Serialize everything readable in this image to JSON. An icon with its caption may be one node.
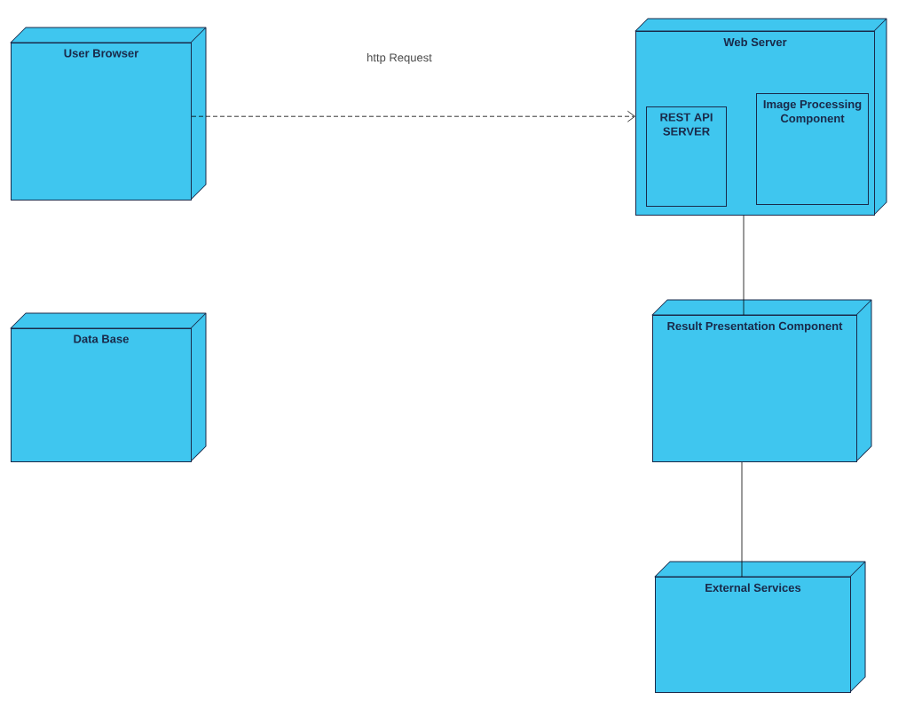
{
  "diagram": {
    "nodes": [
      {
        "text": [
          "User Browser"
        ]
      },
      {
        "text": [
          "Data Base"
        ]
      },
      {
        "text": [
          "Web Server"
        ]
      },
      {
        "text": [
          "REST API SERVER"
        ],
        "in": 2
      },
      {
        "text": [
          "Image Processing Component"
        ],
        "in": 2
      },
      {
        "text": [
          "Result Presentation Component"
        ]
      },
      {
        "text": [
          "External Services"
        ]
      }
    ],
    "edges": [
      {
        "from": 0,
        "to": 2,
        "arrow": "to",
        "style": "dashed",
        "label": "http Request"
      },
      {
        "from": 2,
        "to": 5,
        "arrow": "none"
      },
      {
        "from": 5,
        "to": 6,
        "arrow": "none"
      }
    ]
  }
}
